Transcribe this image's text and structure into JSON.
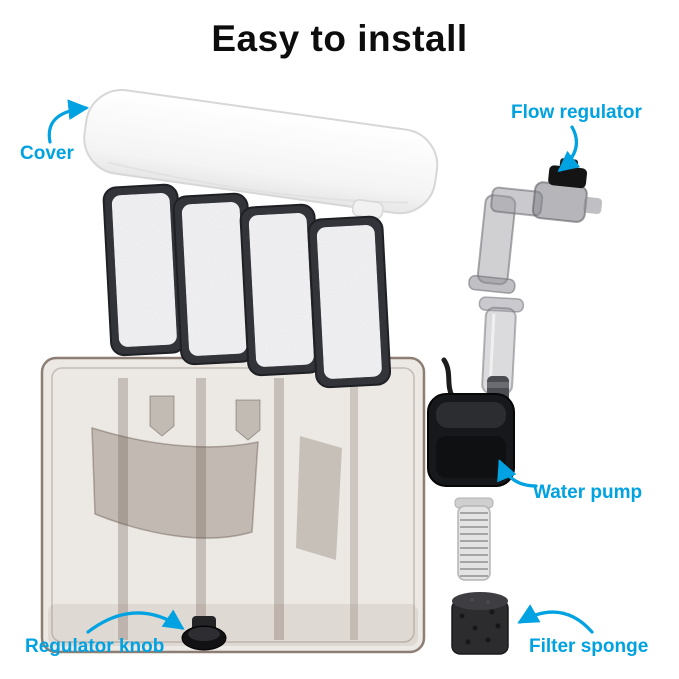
{
  "title": "Easy to install",
  "labels": {
    "cover": "Cover",
    "flow_regulator": "Flow regulator",
    "water_pump": "Water pump",
    "regulator_knob": "Regulator knob",
    "filter_sponge": "Filter sponge"
  },
  "parts": {
    "cartridge_count": 4,
    "names": [
      "cover",
      "filter-cartridge",
      "tank-housing",
      "flow-regulator",
      "connector-tube",
      "water-pump",
      "intake-tube",
      "filter-sponge",
      "regulator-knob"
    ]
  },
  "colors": {
    "accent": "#00a2e1",
    "title": "#0d0d0d",
    "background": "#ffffff"
  }
}
